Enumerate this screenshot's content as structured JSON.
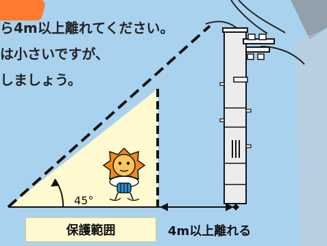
{
  "text": {
    "line1": "ら4m以上離れてください。",
    "line2": "は小さいですが、",
    "line3": "しましょう。"
  },
  "labels": {
    "angle": "45°",
    "protection_range": "保護範囲",
    "distance": "4m以上離れる"
  },
  "colors": {
    "background": "#a9d2ee",
    "protection_area": "#fff9cf",
    "header_tab": "#ff7a2f"
  },
  "icons": {
    "mascot": "sun-mascot-icon",
    "utility_pole": "utility-pole-icon"
  }
}
